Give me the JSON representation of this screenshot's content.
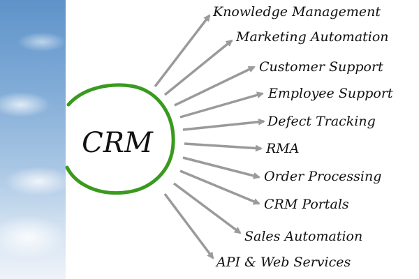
{
  "center": {
    "label": "CRM",
    "ring_color": "#3a9a1e"
  },
  "arrow_color": "#9a9a9a",
  "items": [
    {
      "label": "Knowledge Management"
    },
    {
      "label": "Marketing Automation"
    },
    {
      "label": "Customer Support"
    },
    {
      "label": "Employee Support"
    },
    {
      "label": "Defect Tracking"
    },
    {
      "label": "RMA"
    },
    {
      "label": "Order Processing"
    },
    {
      "label": "CRM Portals"
    },
    {
      "label": "Sales Automation"
    },
    {
      "label": "API & Web Services"
    }
  ]
}
